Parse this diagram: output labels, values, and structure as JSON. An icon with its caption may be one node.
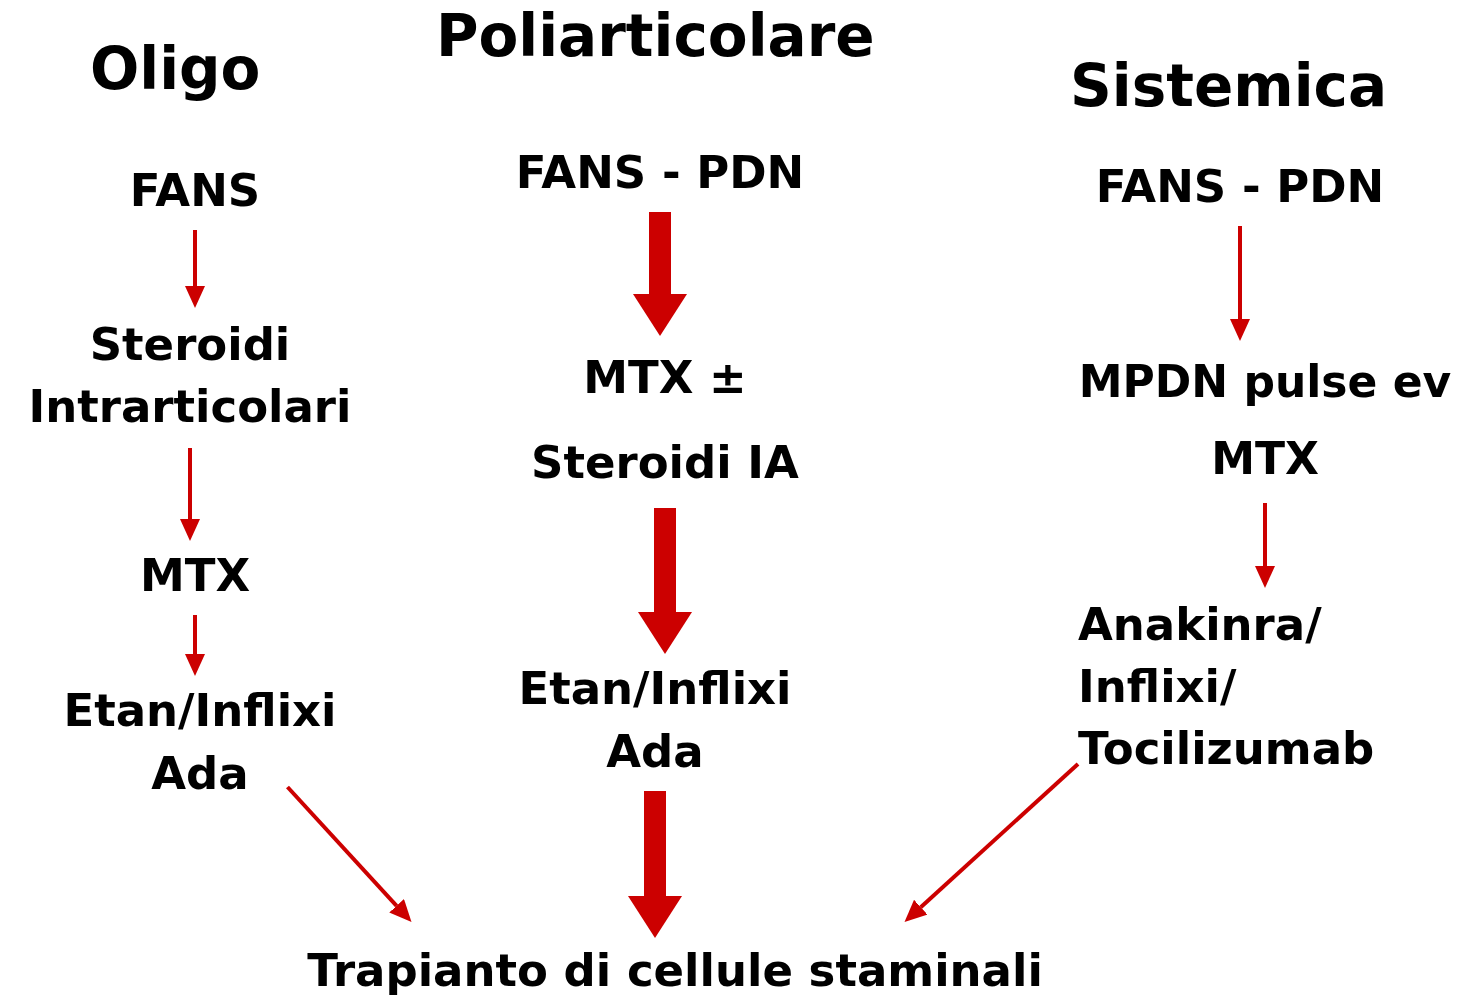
{
  "diagram": {
    "nodes": [
      {
        "text": [
          "FANS"
        ]
      },
      {
        "text": [
          "Steroidi Intrarticolari"
        ]
      },
      {
        "text": [
          "MTX"
        ]
      },
      {
        "text": [
          "Etan/Inflixi Ada"
        ]
      },
      {
        "text": [
          "FANS - PDN"
        ]
      },
      {
        "text": [
          "MTX ± Steroidi IA"
        ]
      },
      {
        "text": [
          "Etan/Inflixi Ada"
        ]
      },
      {
        "text": [
          "FANS - PDN"
        ]
      },
      {
        "text": [
          "MPDN pulse ev MTX"
        ]
      },
      {
        "text": [
          "Anakinra/ Inflixi/ Tocilizumab"
        ]
      },
      {
        "text": [
          "Trapianto di cellule staminali"
        ]
      }
    ],
    "edges": [
      {
        "from": 0,
        "to": 1,
        "arrow": "to",
        "color": "#cc0000"
      },
      {
        "from": 1,
        "to": 2,
        "arrow": "to",
        "color": "#cc0000"
      },
      {
        "from": 2,
        "to": 3,
        "arrow": "to",
        "color": "#cc0000"
      },
      {
        "from": 4,
        "to": 5,
        "arrow": "to",
        "style": "thick",
        "color": "#cc0000"
      },
      {
        "from": 5,
        "to": 6,
        "arrow": "to",
        "style": "thick",
        "color": "#cc0000"
      },
      {
        "from": 6,
        "to": 10,
        "arrow": "to",
        "style": "thick",
        "color": "#cc0000"
      },
      {
        "from": 7,
        "to": 8,
        "arrow": "to",
        "color": "#cc0000"
      },
      {
        "from": 8,
        "to": 9,
        "arrow": "to",
        "color": "#cc0000"
      },
      {
        "from": 3,
        "to": 10,
        "arrow": "to",
        "color": "#cc0000"
      },
      {
        "from": 9,
        "to": 10,
        "arrow": "to",
        "color": "#cc0000"
      }
    ],
    "labels": [
      "Oligo",
      "Poliarticolare",
      "Sistemica"
    ]
  }
}
